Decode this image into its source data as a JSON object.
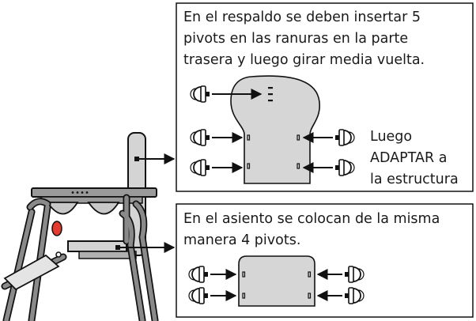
{
  "panels": {
    "backrest": {
      "lines": [
        "En el respaldo se deben insertar 5",
        "pivots en las ranuras en la parte",
        "trasera y luego girar media vuelta."
      ],
      "side_note": [
        "Luego",
        "ADAPTAR a",
        "la estructura"
      ]
    },
    "seat": {
      "lines": [
        "En el asiento se colocan de la misma",
        "manera 4 pivots."
      ]
    }
  },
  "colors": {
    "frame": "#8a8a8a",
    "frame_dark": "#3a3a3a",
    "cushion": "#d4d4d4",
    "knob": "#e53a2f",
    "outline": "#111111"
  }
}
